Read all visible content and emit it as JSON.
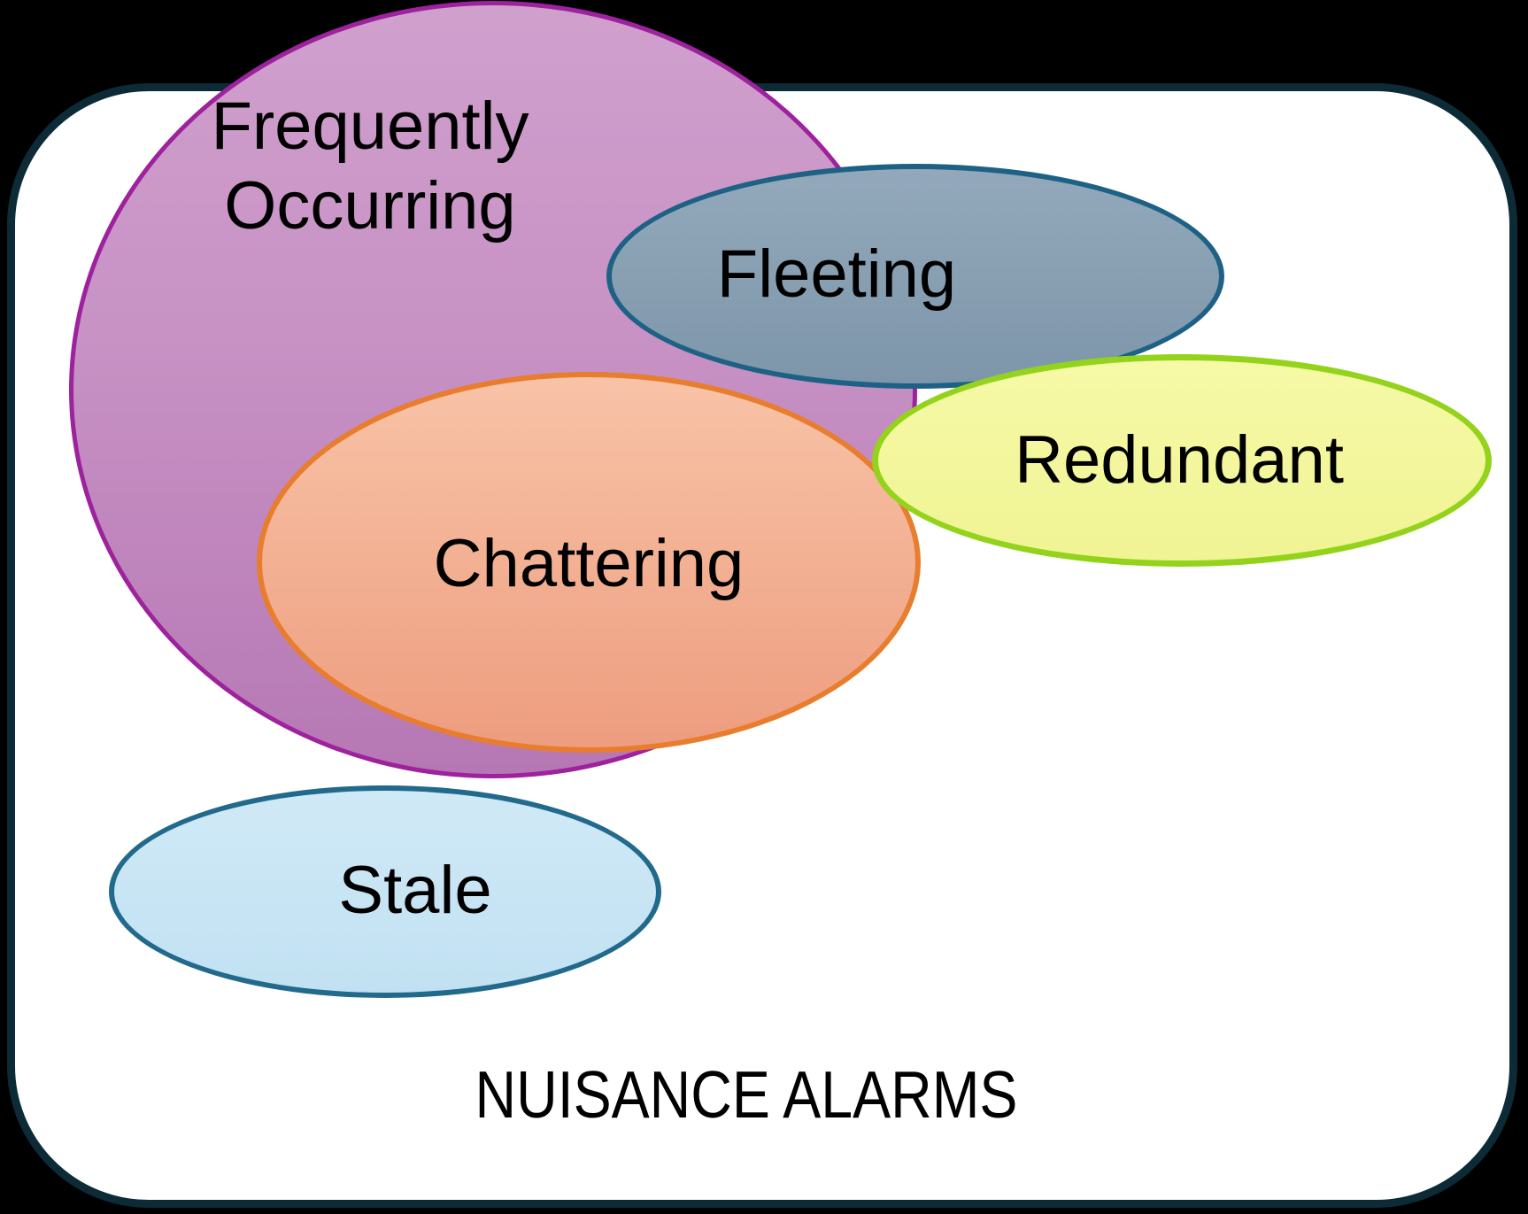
{
  "diagram": {
    "type": "venn-euler",
    "background_color": "#000000",
    "container": {
      "title": "NUISANCE ALARMS",
      "fill": "#ffffff",
      "border_color": "#0d2b36"
    },
    "sets": [
      {
        "id": "frequently-occurring",
        "label": "Frequently Occurring",
        "lines": [
          "Frequently",
          "Occurring"
        ],
        "fill_top": "#d0a0cd",
        "fill_bottom": "#b678b4",
        "border_color": "#9e219e"
      },
      {
        "id": "fleeting",
        "label": "Fleeting",
        "fill_top": "#93a9bb",
        "fill_bottom": "#7e96aa",
        "border_color": "#1d6285"
      },
      {
        "id": "chattering",
        "label": "Chattering",
        "fill_top": "#f8c3a7",
        "fill_bottom": "#ee9d7f",
        "border_color": "#e87d2e"
      },
      {
        "id": "redundant",
        "label": "Redundant",
        "fill_top": "#f6f9a6",
        "fill_bottom": "#f0f494",
        "border_color": "#94d31b"
      },
      {
        "id": "stale",
        "label": "Stale",
        "fill_top": "#d0e9f7",
        "fill_bottom": "#c1e1f2",
        "border_color": "#226a8c"
      }
    ]
  }
}
